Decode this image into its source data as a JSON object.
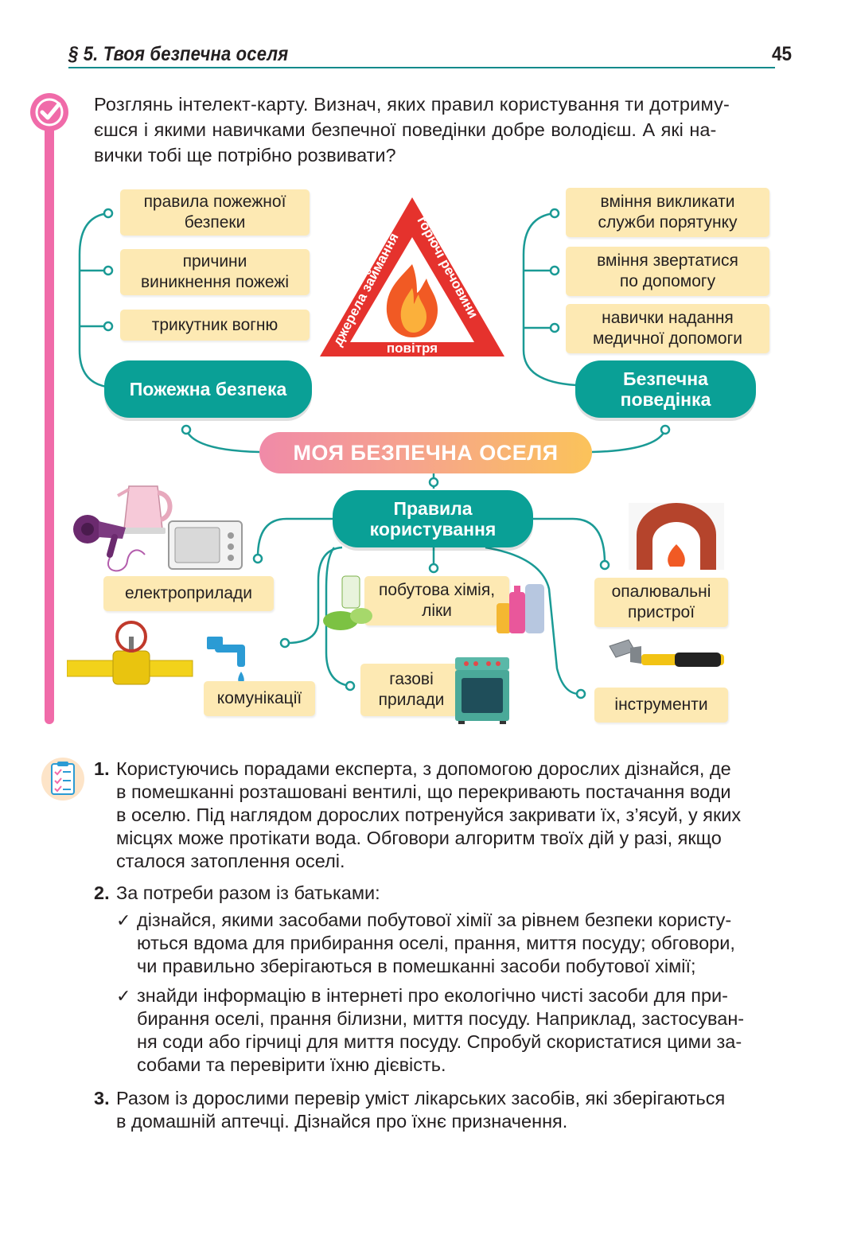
{
  "header": {
    "title": "§ 5. Твоя безпечна оселя",
    "page_number": "45"
  },
  "intro": {
    "lines": [
      "Розглянь інтелект-карту. Визнач, яких правил користування ти дотриму-",
      "єшся і якими навичками безпечної поведінки добре володієш. А які на-",
      "вички тобі ще потрібно розвивати?"
    ]
  },
  "mindmap": {
    "center": "МОЯ БЕЗПЕЧНА ОСЕЛЯ",
    "fire_safety": {
      "title": "Пожежна безпека",
      "items": [
        [
          "правила пожежної",
          "безпеки"
        ],
        [
          "причини",
          "виникнення пожежі"
        ],
        [
          "трикутник вогню"
        ]
      ]
    },
    "safe_behavior": {
      "title": [
        "Безпечна",
        "поведінка"
      ],
      "items": [
        [
          "вміння викликати",
          "служби порятунку"
        ],
        [
          "вміння звертатися",
          "по допомогу"
        ],
        [
          "навички надання",
          "медичної допомоги"
        ]
      ]
    },
    "triangle": {
      "left": "джерела займання",
      "right": "горючі речовини",
      "bottom": "повітря"
    },
    "rules": {
      "title": [
        "Правила",
        "користування"
      ],
      "items": {
        "electro": [
          "електроприлади"
        ],
        "chemistry": [
          "побутова хімія,",
          "ліки"
        ],
        "heating": [
          "опалювальні",
          "пристрої"
        ],
        "communications": [
          "комунікації"
        ],
        "gas": [
          "газові",
          "прилади"
        ],
        "tools": [
          "інструменти"
        ]
      }
    }
  },
  "tasks": [
    {
      "num": "1.",
      "lines": [
        "Користуючись порадами експерта, з допомогою дорослих дізнайся, де",
        "в помешканні розташовані вентилі, що перекривають постачання води",
        "в оселю. Під наглядом дорослих потренуйся закривати їх, з’ясуй, у яких",
        "місцях може протікати вода. Обговори алгоритм твоїх дій у разі, якщо",
        "сталося затоплення оселі."
      ]
    },
    {
      "num": "2.",
      "lines": [
        "За потреби разом із батьками:"
      ],
      "subitems": [
        {
          "tick": "✓",
          "lines": [
            "дізнайся, якими засобами побутової хімії за рівнем безпеки користу-",
            "ються вдома для прибирання оселі, прання, миття посуду; обговори,",
            "чи правильно зберігаються в помешканні засоби побутової хімії;"
          ]
        },
        {
          "tick": "✓",
          "lines": [
            "знайди інформацію в інтернеті про екологічно чисті засоби для при-",
            "бирання оселі, прання білизни, миття посуду. Наприклад, застосуван-",
            "ня соди або гірчиці для миття посуду. Спробуй скористатися цими за-",
            "собами та перевірити їхню дієвість."
          ]
        }
      ]
    },
    {
      "num": "3.",
      "lines": [
        "Разом із дорослими перевір уміст лікарських засобів, які зберігаються",
        "в домашній аптечці. Дізнайся про їхнє призначення."
      ]
    }
  ],
  "colors": {
    "teal": "#0aa096",
    "line_teal": "#1a9a95",
    "pink": "#f06ba9",
    "box_yellow": "#fde9b3",
    "triangle_red": "#e5322d"
  }
}
